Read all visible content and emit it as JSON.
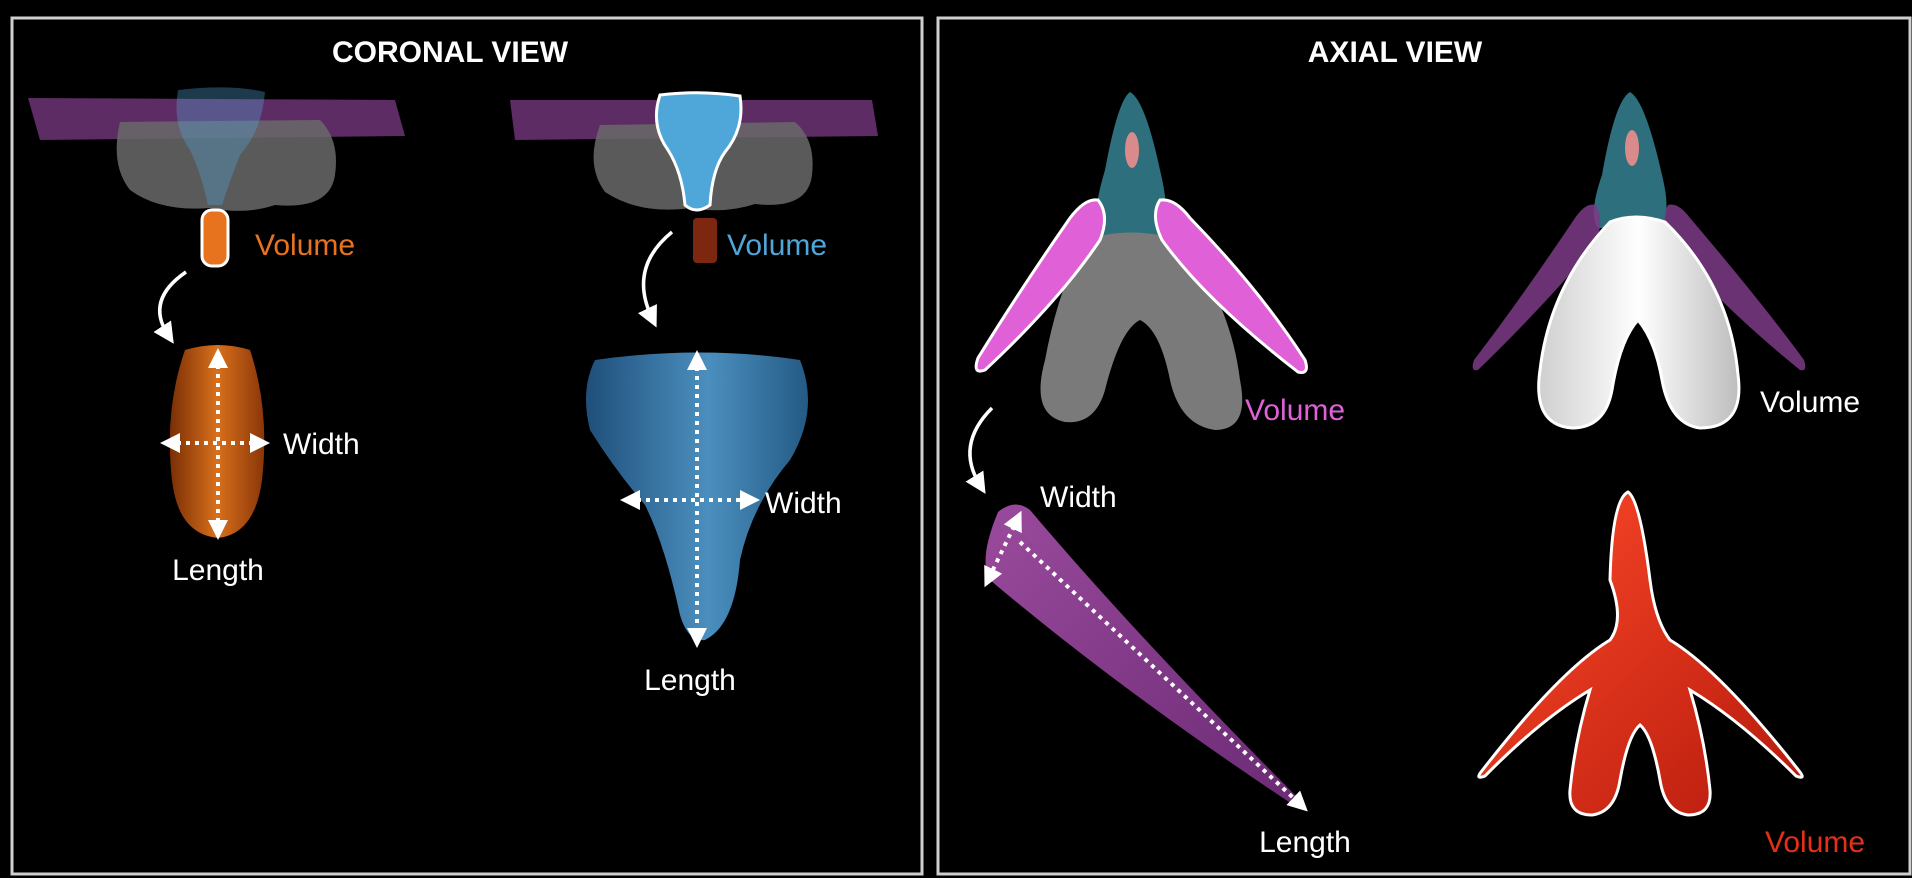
{
  "panels": [
    {
      "title": "CORONAL VIEW"
    },
    {
      "title": "AXIAL VIEW"
    }
  ],
  "coronal_left": {
    "volume_label": "Volume",
    "width_label": "Width",
    "length_label": "Length",
    "color": "#e8731f"
  },
  "coronal_right": {
    "volume_label": "Volume",
    "width_label": "Width",
    "length_label": "Length",
    "color": "#4fa6d8"
  },
  "axial_left": {
    "volume_label": "Volume",
    "width_label": "Width",
    "length_label": "Length",
    "color": "#e060d8"
  },
  "axial_right_top": {
    "volume_label": "Volume",
    "color": "#ffffff"
  },
  "axial_right_bottom": {
    "volume_label": "Volume",
    "color": "#e53018"
  }
}
